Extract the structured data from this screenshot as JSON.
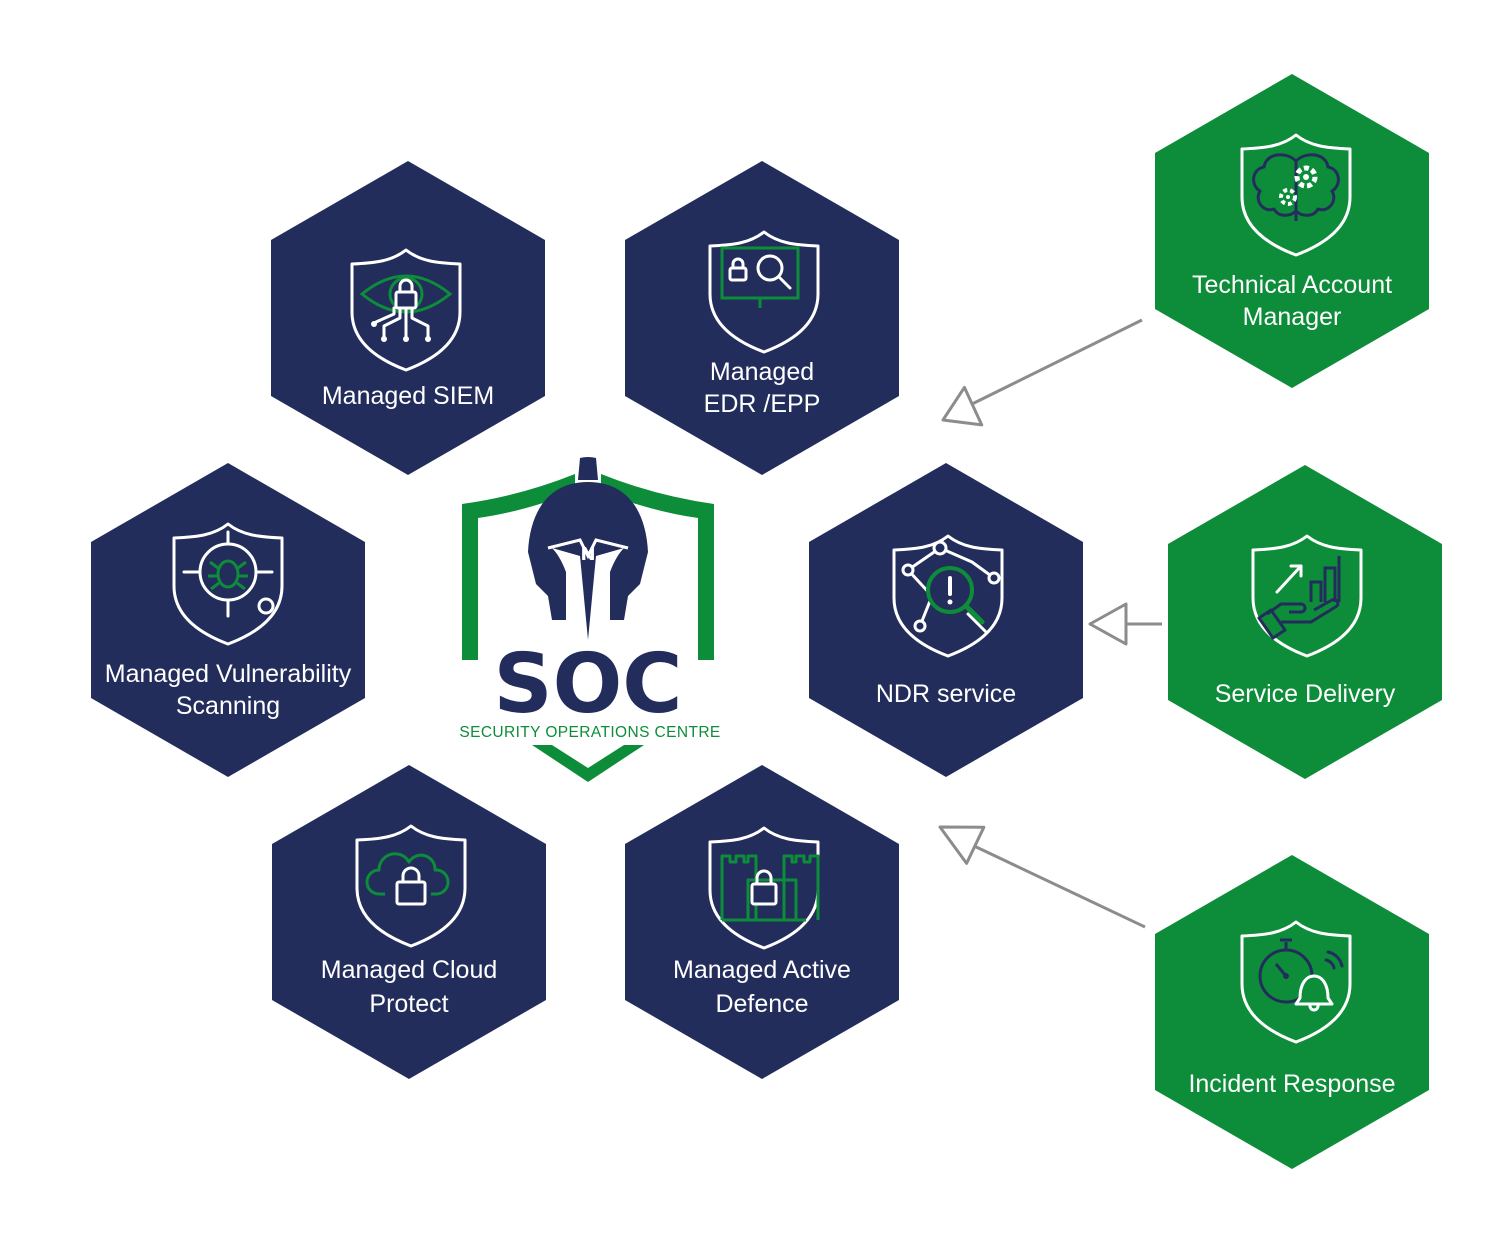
{
  "colors": {
    "navy": "#232d5c",
    "green": "#0d8c3a",
    "arrow": "#8c8c8c",
    "white": "#ffffff"
  },
  "logo": {
    "title": "SOC",
    "subtitle": "SECURITY OPERATIONS CENTRE",
    "helmet_letter": "N"
  },
  "services": [
    {
      "id": "siem",
      "lines": [
        "Managed SIEM"
      ],
      "icon": "eye-lock-shield-icon",
      "color": "navy"
    },
    {
      "id": "edr",
      "lines": [
        "Managed",
        "EDR /EPP"
      ],
      "icon": "monitor-search-lock-shield-icon",
      "color": "navy"
    },
    {
      "id": "vuln",
      "lines": [
        "Managed Vulnerability",
        "Scanning"
      ],
      "icon": "bug-target-shield-icon",
      "color": "navy"
    },
    {
      "id": "ndr",
      "lines": [
        "NDR service"
      ],
      "icon": "network-alert-shield-icon",
      "color": "navy"
    },
    {
      "id": "cloud",
      "lines": [
        "Managed Cloud",
        "Protect"
      ],
      "icon": "cloud-lock-shield-icon",
      "color": "navy"
    },
    {
      "id": "defence",
      "lines": [
        "Managed Active",
        "Defence"
      ],
      "icon": "castle-lock-shield-icon",
      "color": "navy"
    }
  ],
  "support": [
    {
      "id": "tam",
      "lines": [
        "Technical Account",
        "Manager"
      ],
      "icon": "brain-gears-shield-icon",
      "color": "green"
    },
    {
      "id": "delivery",
      "lines": [
        "Service Delivery"
      ],
      "icon": "hand-growth-shield-icon",
      "color": "green"
    },
    {
      "id": "incident",
      "lines": [
        "Incident Response"
      ],
      "icon": "stopwatch-bell-shield-icon",
      "color": "green"
    }
  ]
}
